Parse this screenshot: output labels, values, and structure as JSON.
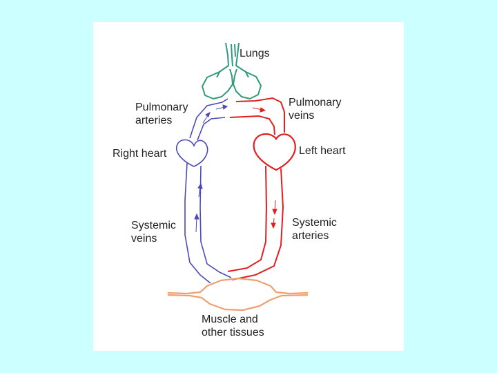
{
  "labels": {
    "lungs": "Lungs",
    "pulmonary_arteries": [
      "Pulmonary",
      "arteries"
    ],
    "pulmonary_veins": [
      "Pulmonary",
      "veins"
    ],
    "right_heart": "Right heart",
    "left_heart": "Left heart",
    "systemic_veins": [
      "Systemic",
      "veins"
    ],
    "systemic_arteries": [
      "Systemic",
      "arteries"
    ],
    "tissues": [
      "Muscle and",
      "other tissues"
    ]
  },
  "colors": {
    "background": "#ccffff",
    "panel": "#ffffff",
    "lungs": "#2e9a7a",
    "deoxygenated": "#4a4ab8",
    "oxygenated": "#e02020",
    "tissues": "#f0a070",
    "text": "#222222"
  }
}
